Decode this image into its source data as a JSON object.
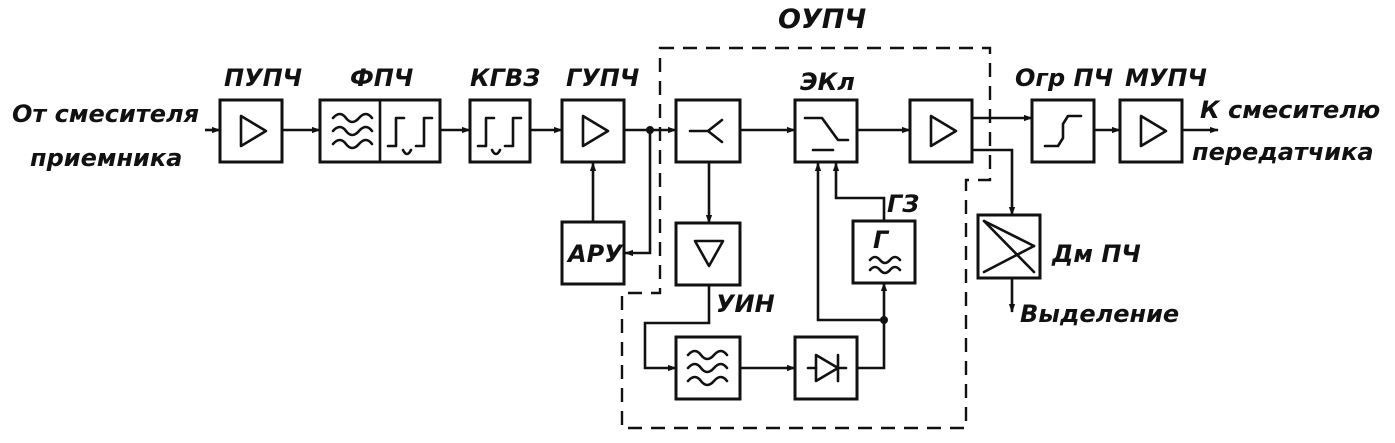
{
  "labels": {
    "input_line1": "От смесителя",
    "input_line2": "приемника",
    "pupch": "ПУПЧ",
    "fpch": "ФПЧ",
    "kgvz": "КГВЗ",
    "gupch": "ГУПЧ",
    "oupch": "ОУПЧ",
    "ekl": "ЭКл",
    "gz": "ГЗ",
    "aru": "АРУ",
    "uin": "УИН",
    "ogr_pch": "Огр ПЧ",
    "mupch": "МУПЧ",
    "output_line1": "К смесителю",
    "output_line2": "передатчика",
    "dm_pch": "Дм ПЧ",
    "vydelenie": "Выделение",
    "gz_glyph": "Г"
  },
  "colors": {
    "ink": "#111111",
    "background": "#ffffff"
  },
  "icons": {
    "amplifier": "triangle-right",
    "attenuator": "triangle-down",
    "splitter": "y-split",
    "filter": "tilde-waves",
    "delay": "pulse-tau",
    "switch": "electronic-key",
    "detector": "diode",
    "limiter": "limiter-s",
    "demodulator": "diagonal-triangle"
  }
}
